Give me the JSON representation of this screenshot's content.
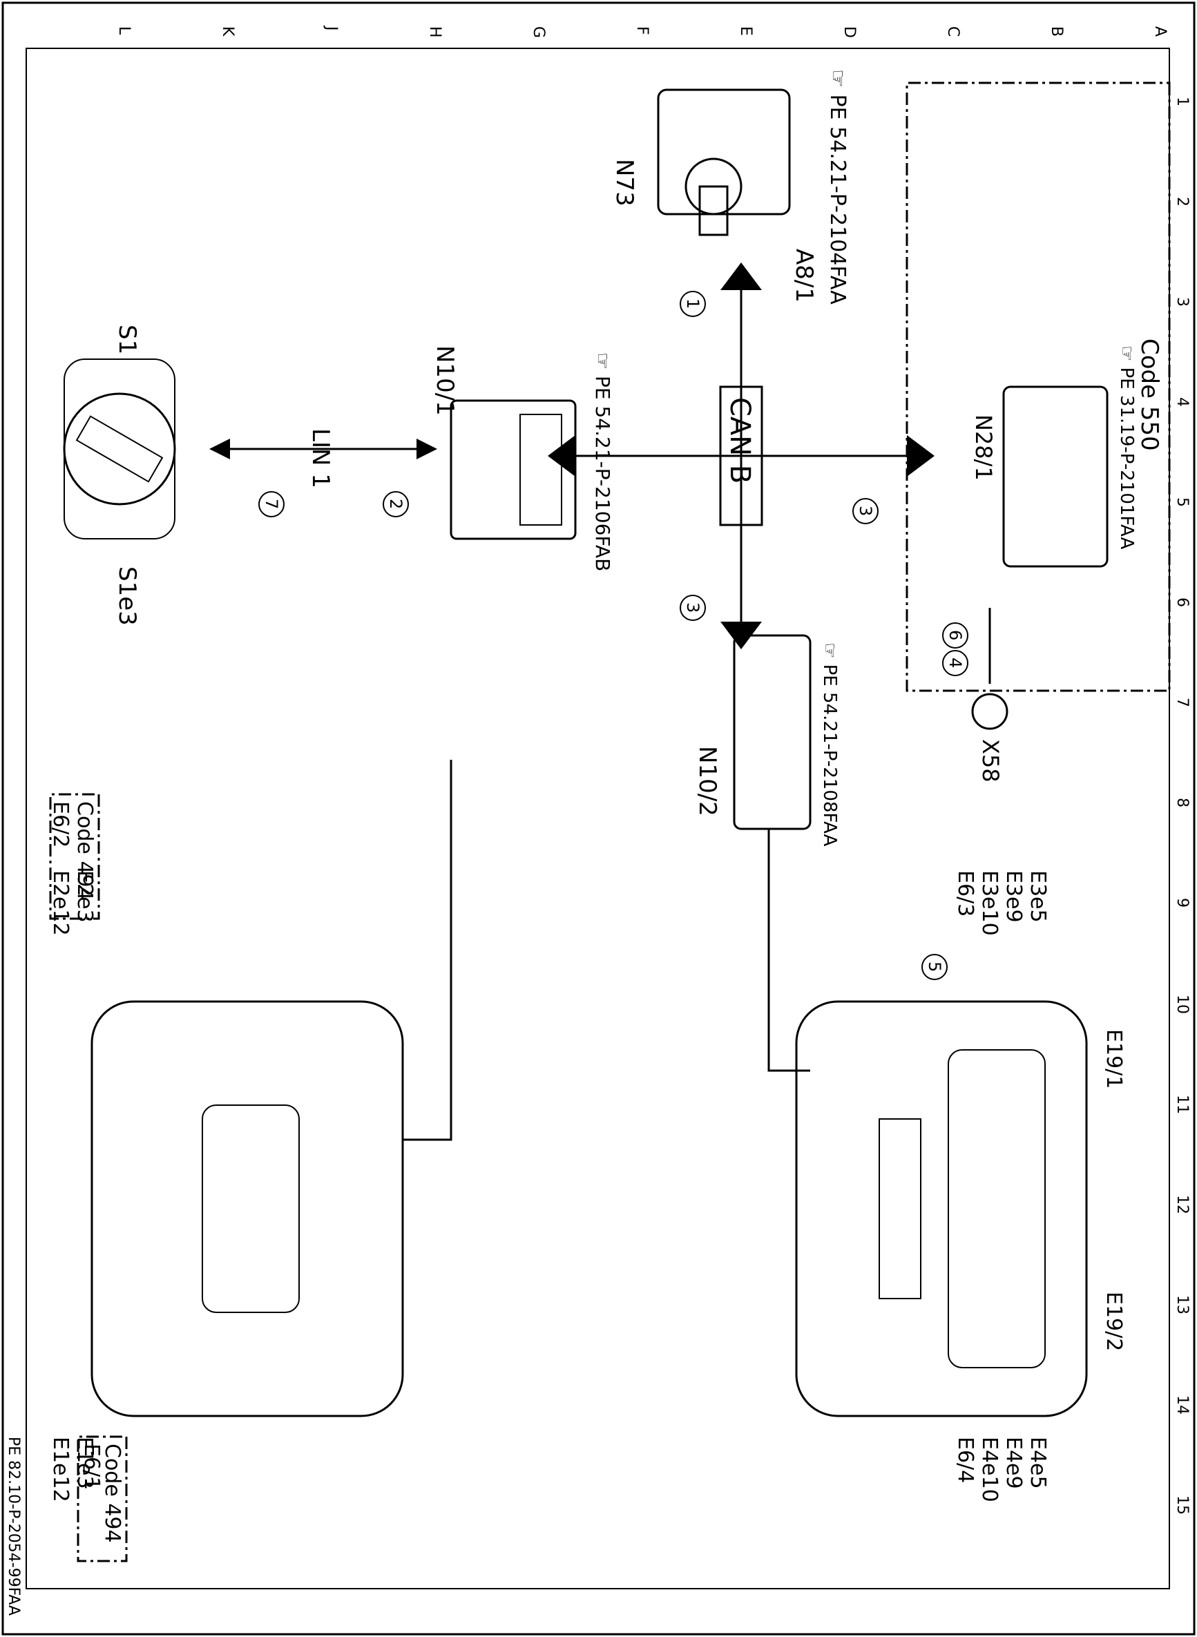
{
  "border": {
    "letters_top": [
      "L",
      "K",
      "J",
      "H",
      "G",
      "F",
      "E",
      "D",
      "C",
      "B",
      "A"
    ],
    "numbers_side": [
      "1",
      "2",
      "3",
      "4",
      "5",
      "6",
      "7",
      "8",
      "9",
      "10",
      "11",
      "12",
      "13",
      "14",
      "15"
    ]
  },
  "components": {
    "n73": {
      "label": "N73",
      "sub": "A8/1",
      "ref": "PE 54.21-P-2104FAA"
    },
    "n10_1": {
      "label": "N10/1",
      "ref": "PE 54.21-P-2106FAB"
    },
    "n10_2": {
      "label": "N10/2",
      "ref": "PE 54.21-P-2108FAA"
    },
    "n28_1": {
      "label": "N28/1",
      "ref": "PE 31.19-P-2101FAA",
      "code": "Code 550"
    },
    "x58": {
      "label": "X58"
    },
    "s1": {
      "label": "S1",
      "sub": "S1e3"
    }
  },
  "bus": {
    "can": "CAN B",
    "lin": "LIN 1"
  },
  "circles": {
    "c1": "1",
    "c2": "2",
    "c3a": "3",
    "c3b": "3",
    "c4": "4",
    "c5": "5",
    "c6": "6",
    "c7": "7"
  },
  "front_left": {
    "line1": "E2e3",
    "line2": "E2e12",
    "code": "Code 494",
    "item": "E6/2"
  },
  "front_right": {
    "line1": "E1e3",
    "line2": "E1e12",
    "code": "Code 494",
    "item": "E6/1"
  },
  "rear_left": [
    "E3e5",
    "E3e9",
    "E3e10",
    "E6/3"
  ],
  "rear_right": [
    "E4e5",
    "E4e9",
    "E4e10",
    "E6/4"
  ],
  "rear_labels": {
    "e19_1": "E19/1",
    "e19_2": "E19/2"
  },
  "footer_ref": "PE 82.10-P-2054-99FAA"
}
